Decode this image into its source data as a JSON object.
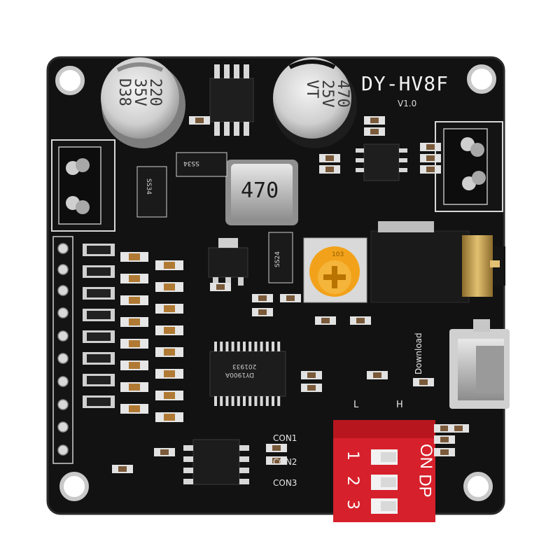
{
  "board": {
    "title": "DY-HV8F",
    "version": "V1.0",
    "colors": {
      "pcb": "#111111",
      "switch": "#d6202b",
      "pot": "#f2a21a",
      "gold": "#c9a24a"
    }
  },
  "capacitors": {
    "left": {
      "line1": "220",
      "line2": "35V",
      "line3": "D38"
    },
    "right": {
      "line1": "470",
      "line2": "25V",
      "line3": "VT"
    }
  },
  "inductor_label": "470",
  "diodes": {
    "top": "SS34",
    "left": "SS34",
    "right": "SS24"
  },
  "potentiometer_label": "103",
  "ic_label": {
    "line1": "DY1900A",
    "line2": "201933"
  },
  "download_label": "Download",
  "connectors": [
    "CON1",
    "CON2",
    "CON3"
  ],
  "dip_switch": {
    "low_label": "L",
    "high_label": "H",
    "on_label": "ON",
    "dp_label": "DP",
    "numbers": [
      "1",
      "2",
      "3"
    ]
  }
}
